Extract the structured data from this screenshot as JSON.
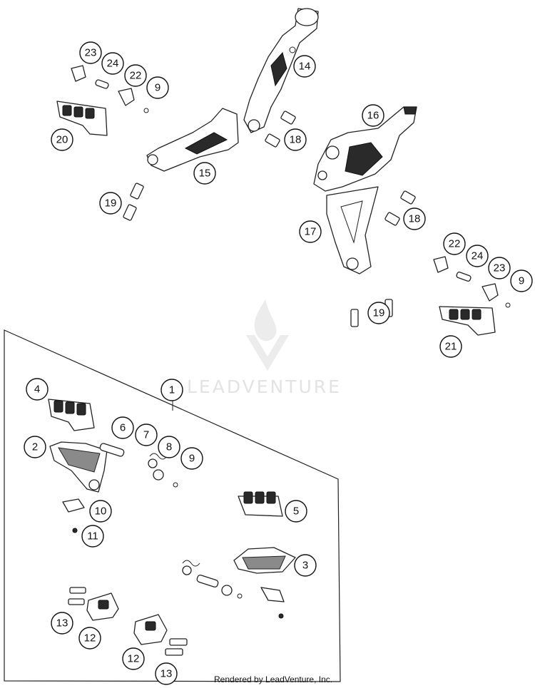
{
  "watermark": {
    "brand": "LEADVENTURE"
  },
  "footer": {
    "credit": "Rendered by LeadVenture, Inc."
  },
  "callouts": [
    "1",
    "2",
    "3",
    "4",
    "5",
    "6",
    "7",
    "8",
    "9",
    "9",
    "9",
    "10",
    "11",
    "12",
    "12",
    "13",
    "13",
    "14",
    "15",
    "16",
    "17",
    "18",
    "18",
    "19",
    "19",
    "20",
    "21",
    "22",
    "22",
    "23",
    "23",
    "24",
    "24"
  ]
}
